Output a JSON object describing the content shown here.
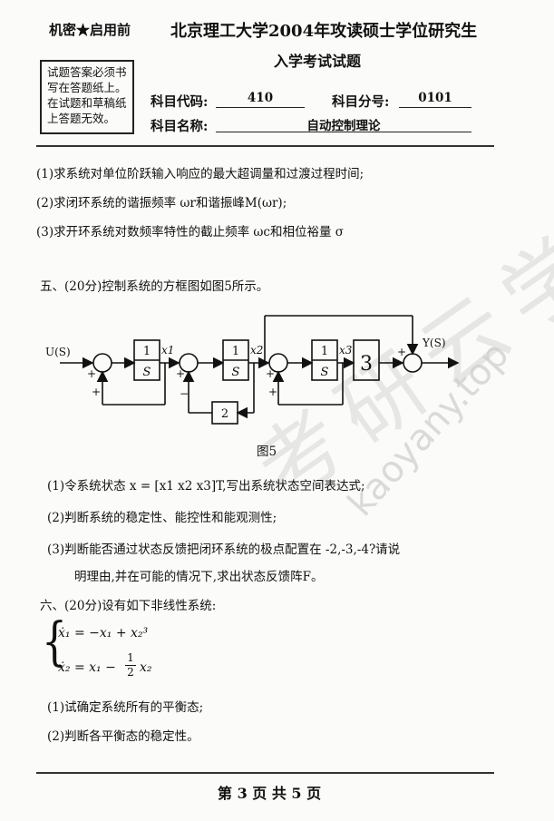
{
  "header": {
    "secret_label": "机密★启用前",
    "title_line1": "北京理工大学2004年攻读硕士学位研究生",
    "title_line2": "入学考试试题",
    "notice": "试题答案必须书写在答题纸上。在试题和草稿纸上答题无效。",
    "subject_code_label": "科目代码:",
    "subject_code_value": "410",
    "subject_number_label": "科目分号:",
    "subject_number_value": "0101",
    "subject_name_label": "科目名称:",
    "subject_name_value": "自动控制理论"
  },
  "part4_items": [
    "(1)求系统对单位阶跃输入响应的最大超调量和过渡过程时间;",
    "(2)求闭环系统的谐振频率 ωr和谐振峰M(ωr);",
    "(3)求开环系统对数频率特性的截止频率 ωc和相位裕量 σ"
  ],
  "part5": {
    "heading": "五、(20分)控制系统的方框图如图5所示。",
    "figure_caption": "图5",
    "diagram": {
      "input": "U(S)",
      "output": "Y(S)",
      "integrator_num": "1",
      "integrator_den": "S",
      "gain_forward": "3",
      "gain_feedback": "2",
      "states": [
        "x1",
        "x2",
        "x3"
      ],
      "plus": "+",
      "minus": "−"
    },
    "items": [
      "(1)令系统状态 x = [x1  x2  x3]T,写出系统状态空间表达式;",
      "(2)判断系统的稳定性、能控性和能观测性;",
      "(3)判断能否通过状态反馈把闭环系统的极点配置在 -2,-3,-4?请说",
      "明理由,并在可能的情况下,求出状态反馈阵F。"
    ]
  },
  "part6": {
    "heading": "六、(20分)设有如下非线性系统:",
    "eq1": "ẋ₁ = −x₁ + x₂³",
    "eq2_lhs": "ẋ₂ = x₁ −",
    "eq2_frac_num": "1",
    "eq2_frac_den": "2",
    "eq2_rhs": "x₂",
    "items": [
      "(1)试确定系统所有的平衡态;",
      "(2)判断各平衡态的稳定性。"
    ]
  },
  "footer": "第 3 页 共 5 页",
  "watermark": "kaoyany.top"
}
